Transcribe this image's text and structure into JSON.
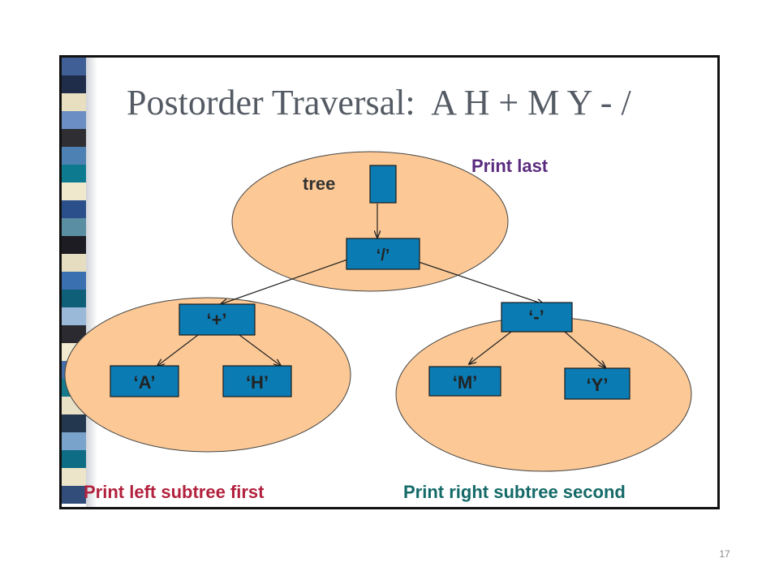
{
  "slide": {
    "title": "Postorder Traversal:  A H + M Y - /",
    "page_number": "17"
  },
  "diagram": {
    "tree_label": "tree",
    "nodes": {
      "root": "‘/’",
      "plus": "‘+’",
      "minus": "‘-’",
      "a": "‘A’",
      "h": "‘H’",
      "m": "‘M’",
      "y": "‘Y’"
    },
    "captions": {
      "print_last": "Print last",
      "print_left": "Print left subtree first",
      "print_right": "Print right subtree second"
    },
    "colors": {
      "ellipse_fill": "#fcc996",
      "node_fill": "#0b7bb3",
      "print_last": "#5b2c7e",
      "print_left": "#b2213d",
      "print_right": "#146a68",
      "title": "#555b64"
    }
  },
  "decor": {
    "strip_colors": [
      "#3f5f96",
      "#1f2d4a",
      "#e7dfbf",
      "#6b8fc4",
      "#2e2e33",
      "#4d80b3",
      "#0d7a90",
      "#f0e8cc",
      "#2b4f8a",
      "#5a8ea3",
      "#1c1c22",
      "#e6dcc0",
      "#3a6fb0",
      "#0f5f79",
      "#9ab8d8",
      "#2a2a30",
      "#f1e9d0",
      "#456ea8",
      "#167a8c",
      "#e9e1c6",
      "#23374f",
      "#7aa3cc",
      "#0e6c84",
      "#ede5c9",
      "#334d7a"
    ]
  }
}
